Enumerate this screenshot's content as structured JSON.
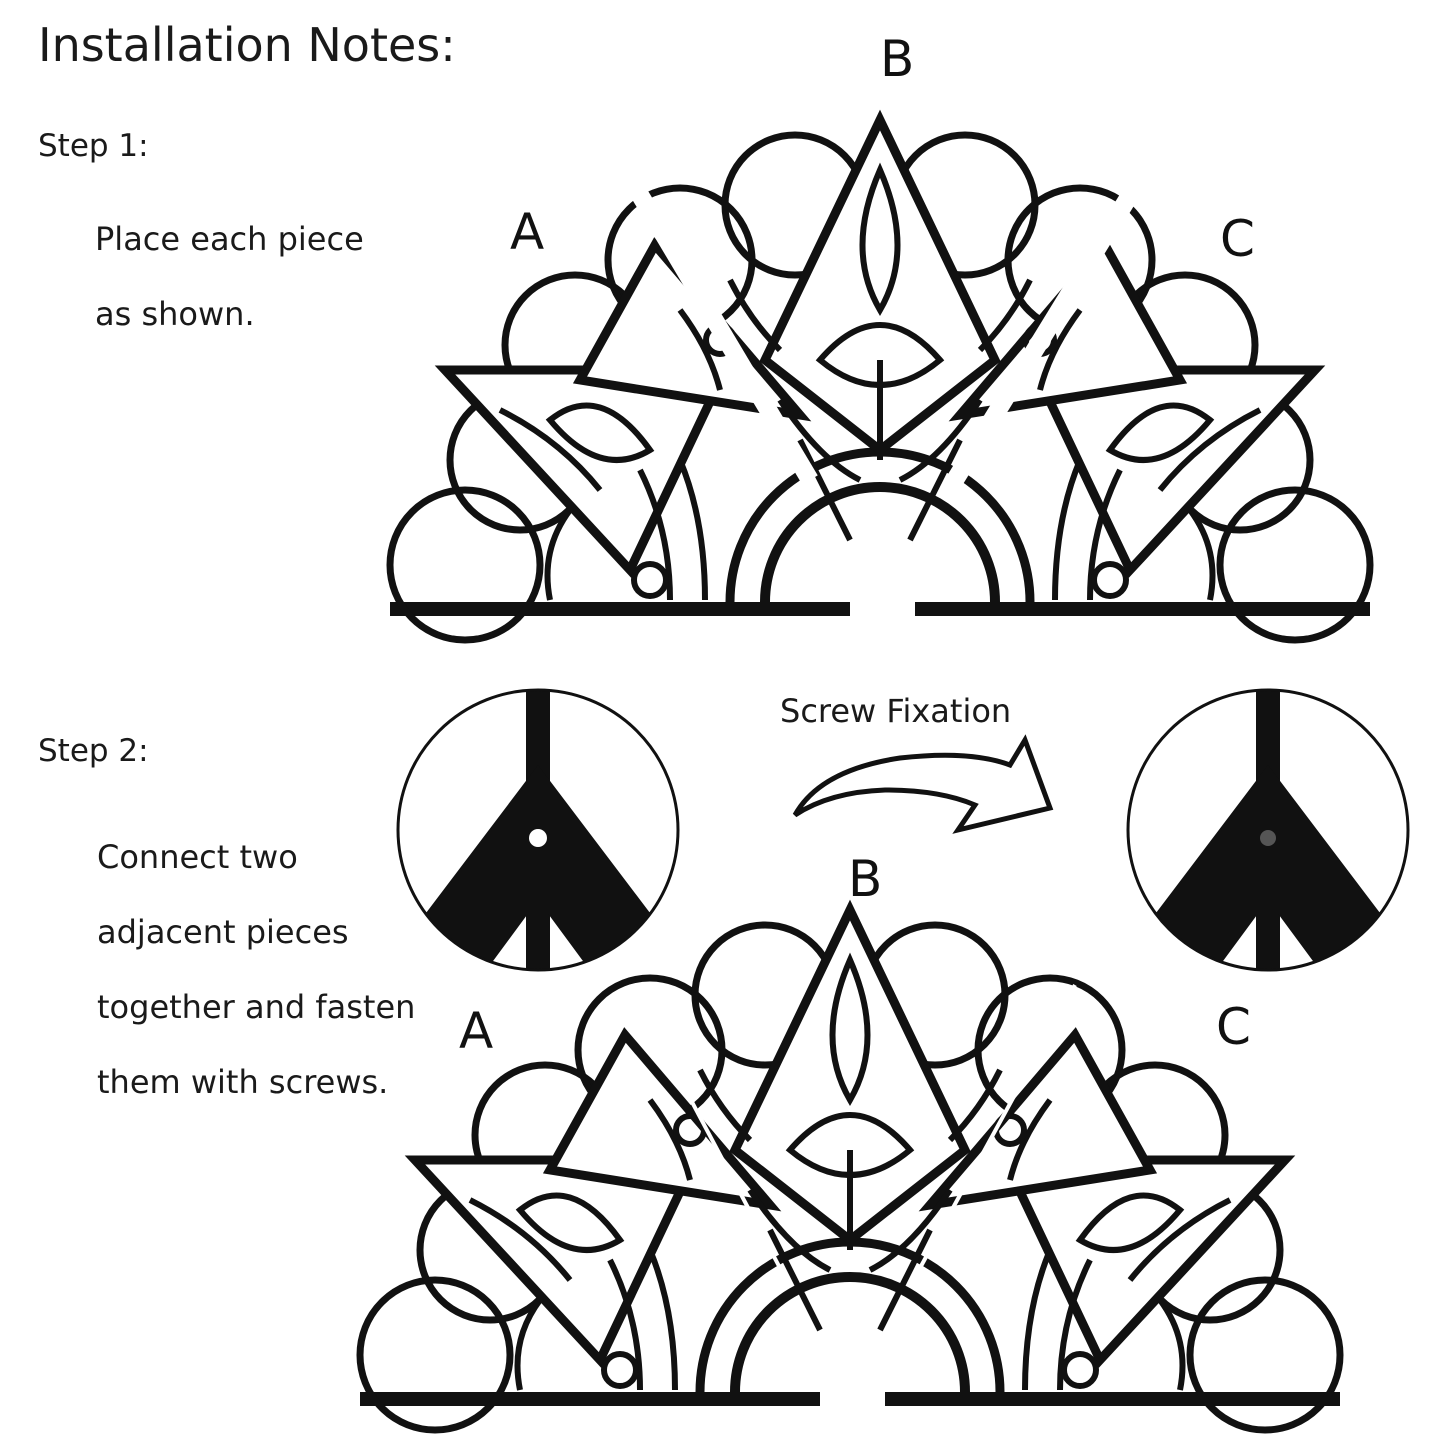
{
  "title": "Installation Notes:",
  "step1": {
    "label": "Step 1:",
    "lines": [
      "Place each piece",
      "as shown."
    ],
    "piece_labels": {
      "a": "A",
      "b": "B",
      "c": "C"
    }
  },
  "step2": {
    "label": "Step 2:",
    "lines": [
      "Connect two",
      "adjacent pieces",
      "together and fasten",
      "them with screws."
    ],
    "arrow_label": "Screw Fixation",
    "piece_labels": {
      "a": "A",
      "b": "B",
      "c": "C"
    }
  },
  "colors": {
    "ink": "#111111",
    "background": "#ffffff"
  }
}
